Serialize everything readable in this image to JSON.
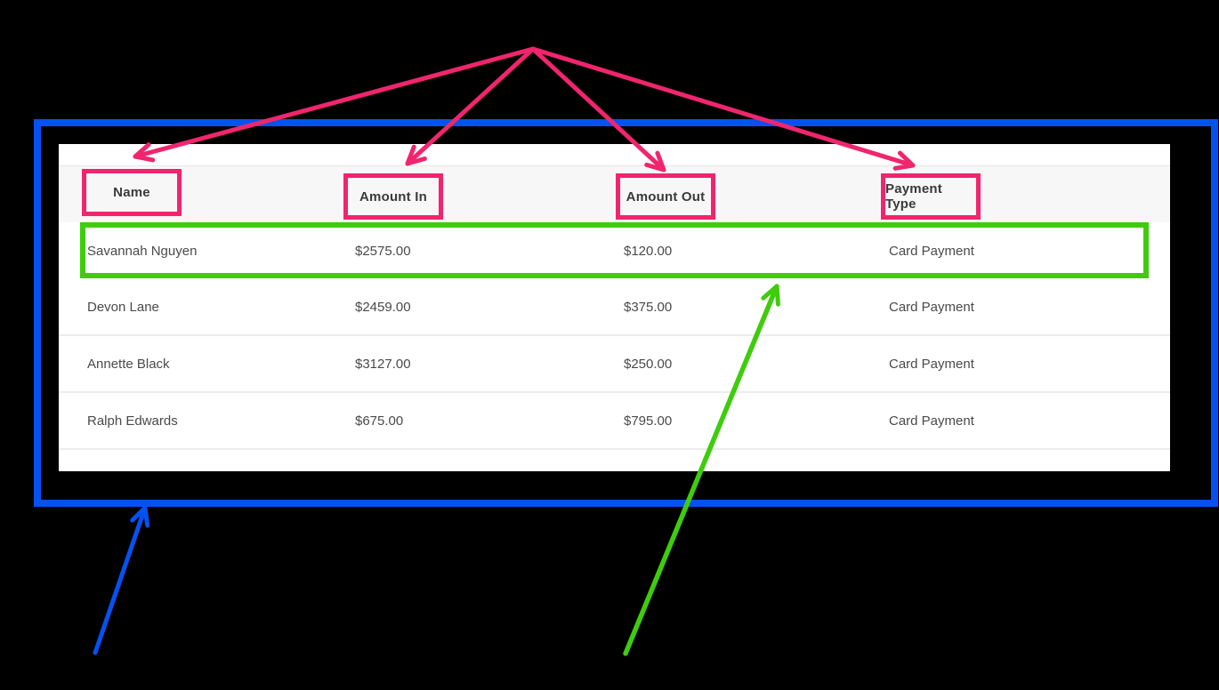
{
  "page": {
    "background_color": "#000000"
  },
  "table": {
    "columns": [
      {
        "key": "name",
        "label": "Name"
      },
      {
        "key": "amount_in",
        "label": "Amount In"
      },
      {
        "key": "amount_out",
        "label": "Amount Out"
      },
      {
        "key": "payment_type",
        "label": "Payment Type"
      }
    ],
    "rows": [
      {
        "name": "Savannah Nguyen",
        "amount_in": "$2575.00",
        "amount_out": "$120.00",
        "payment_type": "Card Payment"
      },
      {
        "name": "Devon Lane",
        "amount_in": "$2459.00",
        "amount_out": "$375.00",
        "payment_type": "Card Payment"
      },
      {
        "name": "Annette Black",
        "amount_in": "$3127.00",
        "amount_out": "$250.00",
        "payment_type": "Card Payment"
      },
      {
        "name": "Ralph Edwards",
        "amount_in": "$675.00",
        "amount_out": "$795.00",
        "payment_type": "Card Payment"
      }
    ]
  },
  "annotations": {
    "highlighted_row_index": 0,
    "colors": {
      "column_header_outline": "#F0256E",
      "table_outline": "#0551F1",
      "row_highlight_outline": "#3FCC0D"
    }
  }
}
